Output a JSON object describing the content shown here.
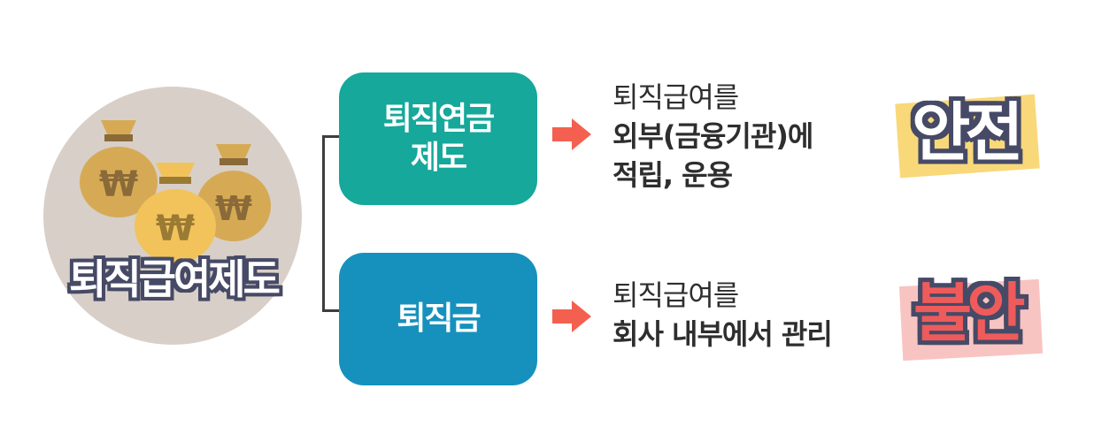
{
  "center": {
    "label": "퇴직급여제도"
  },
  "branches": [
    {
      "box_label": "퇴직연금\n제도",
      "desc_line1": "퇴직급여를",
      "desc_line2": "외부(금융기관)에",
      "desc_line3": "적립, 운용",
      "badge": "안전",
      "badge_bg_color": "#f9d879",
      "box_color": "#15a89b"
    },
    {
      "box_label": "퇴직금",
      "desc_line1": "퇴직급여를",
      "desc_line2": "회사 내부에서 관리",
      "badge": "불안",
      "badge_bg_color": "#f8c4c2",
      "box_color": "#1691bd"
    }
  ],
  "icons": [
    "money-bag-won-icon",
    "arrow-right-icon"
  ]
}
